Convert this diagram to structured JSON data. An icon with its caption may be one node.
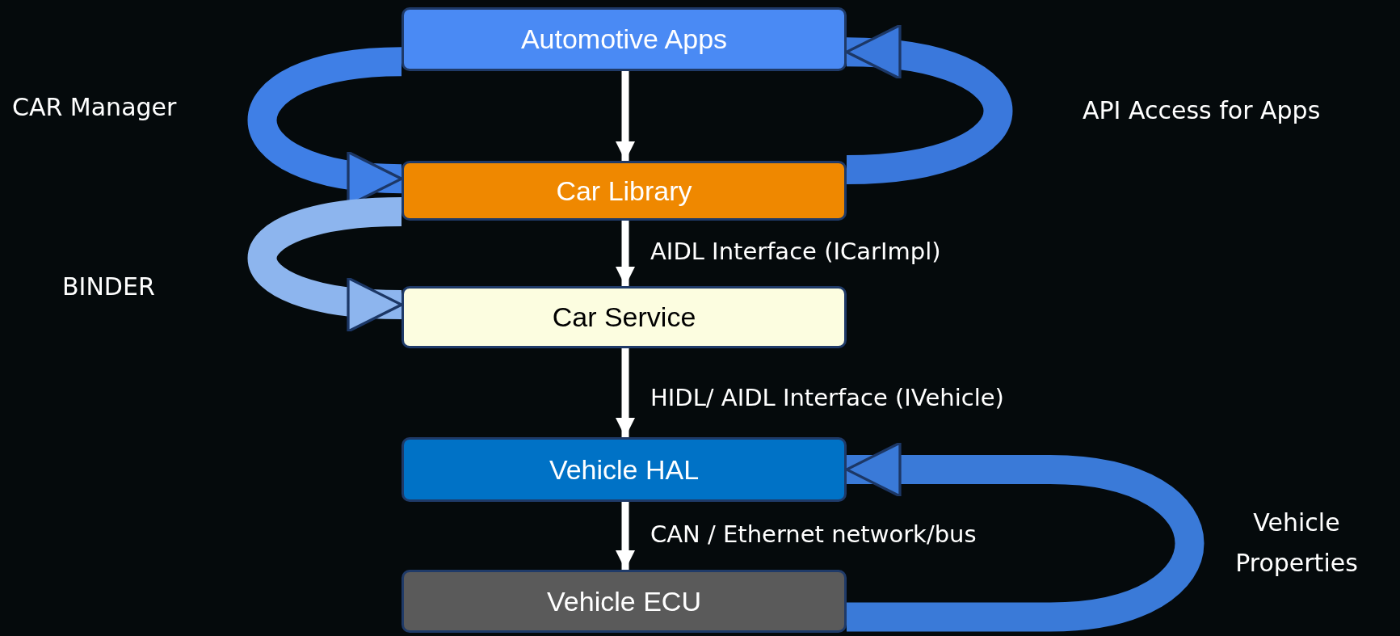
{
  "diagram": {
    "nodes": [
      {
        "text": [
          "Automotive Apps"
        ]
      },
      {
        "text": [
          "Car Library"
        ]
      },
      {
        "text": [
          "Car Service"
        ]
      },
      {
        "text": [
          "Vehicle HAL"
        ]
      },
      {
        "text": [
          "Vehicle ECU"
        ]
      }
    ],
    "edges": [
      {
        "from": 0,
        "to": 1,
        "arrow": "to"
      },
      {
        "from": 1,
        "to": 2,
        "arrow": "to",
        "label": "AIDL Interface  (ICarImpl)"
      },
      {
        "from": 2,
        "to": 3,
        "arrow": "to",
        "label": "HIDL/ AIDL Interface (IVehicle)"
      },
      {
        "from": 3,
        "to": 4,
        "arrow": "to",
        "label": "CAN / Ethernet network/bus"
      },
      {
        "from": 0,
        "to": 1,
        "arrow": "to",
        "style": "thick",
        "color": "#3f7fe6"
      },
      {
        "from": 1,
        "to": 2,
        "arrow": "to",
        "style": "thick",
        "color": "#8db5ee"
      },
      {
        "from": 1,
        "to": 0,
        "arrow": "to",
        "style": "thick",
        "color": "#3a78dc"
      },
      {
        "from": 4,
        "to": 3,
        "arrow": "to",
        "style": "thick",
        "color": "#3a7ad8"
      }
    ],
    "labels": [
      "CAR Manager",
      "API Access for Apps",
      "BINDER",
      "Vehicle Properties"
    ]
  }
}
